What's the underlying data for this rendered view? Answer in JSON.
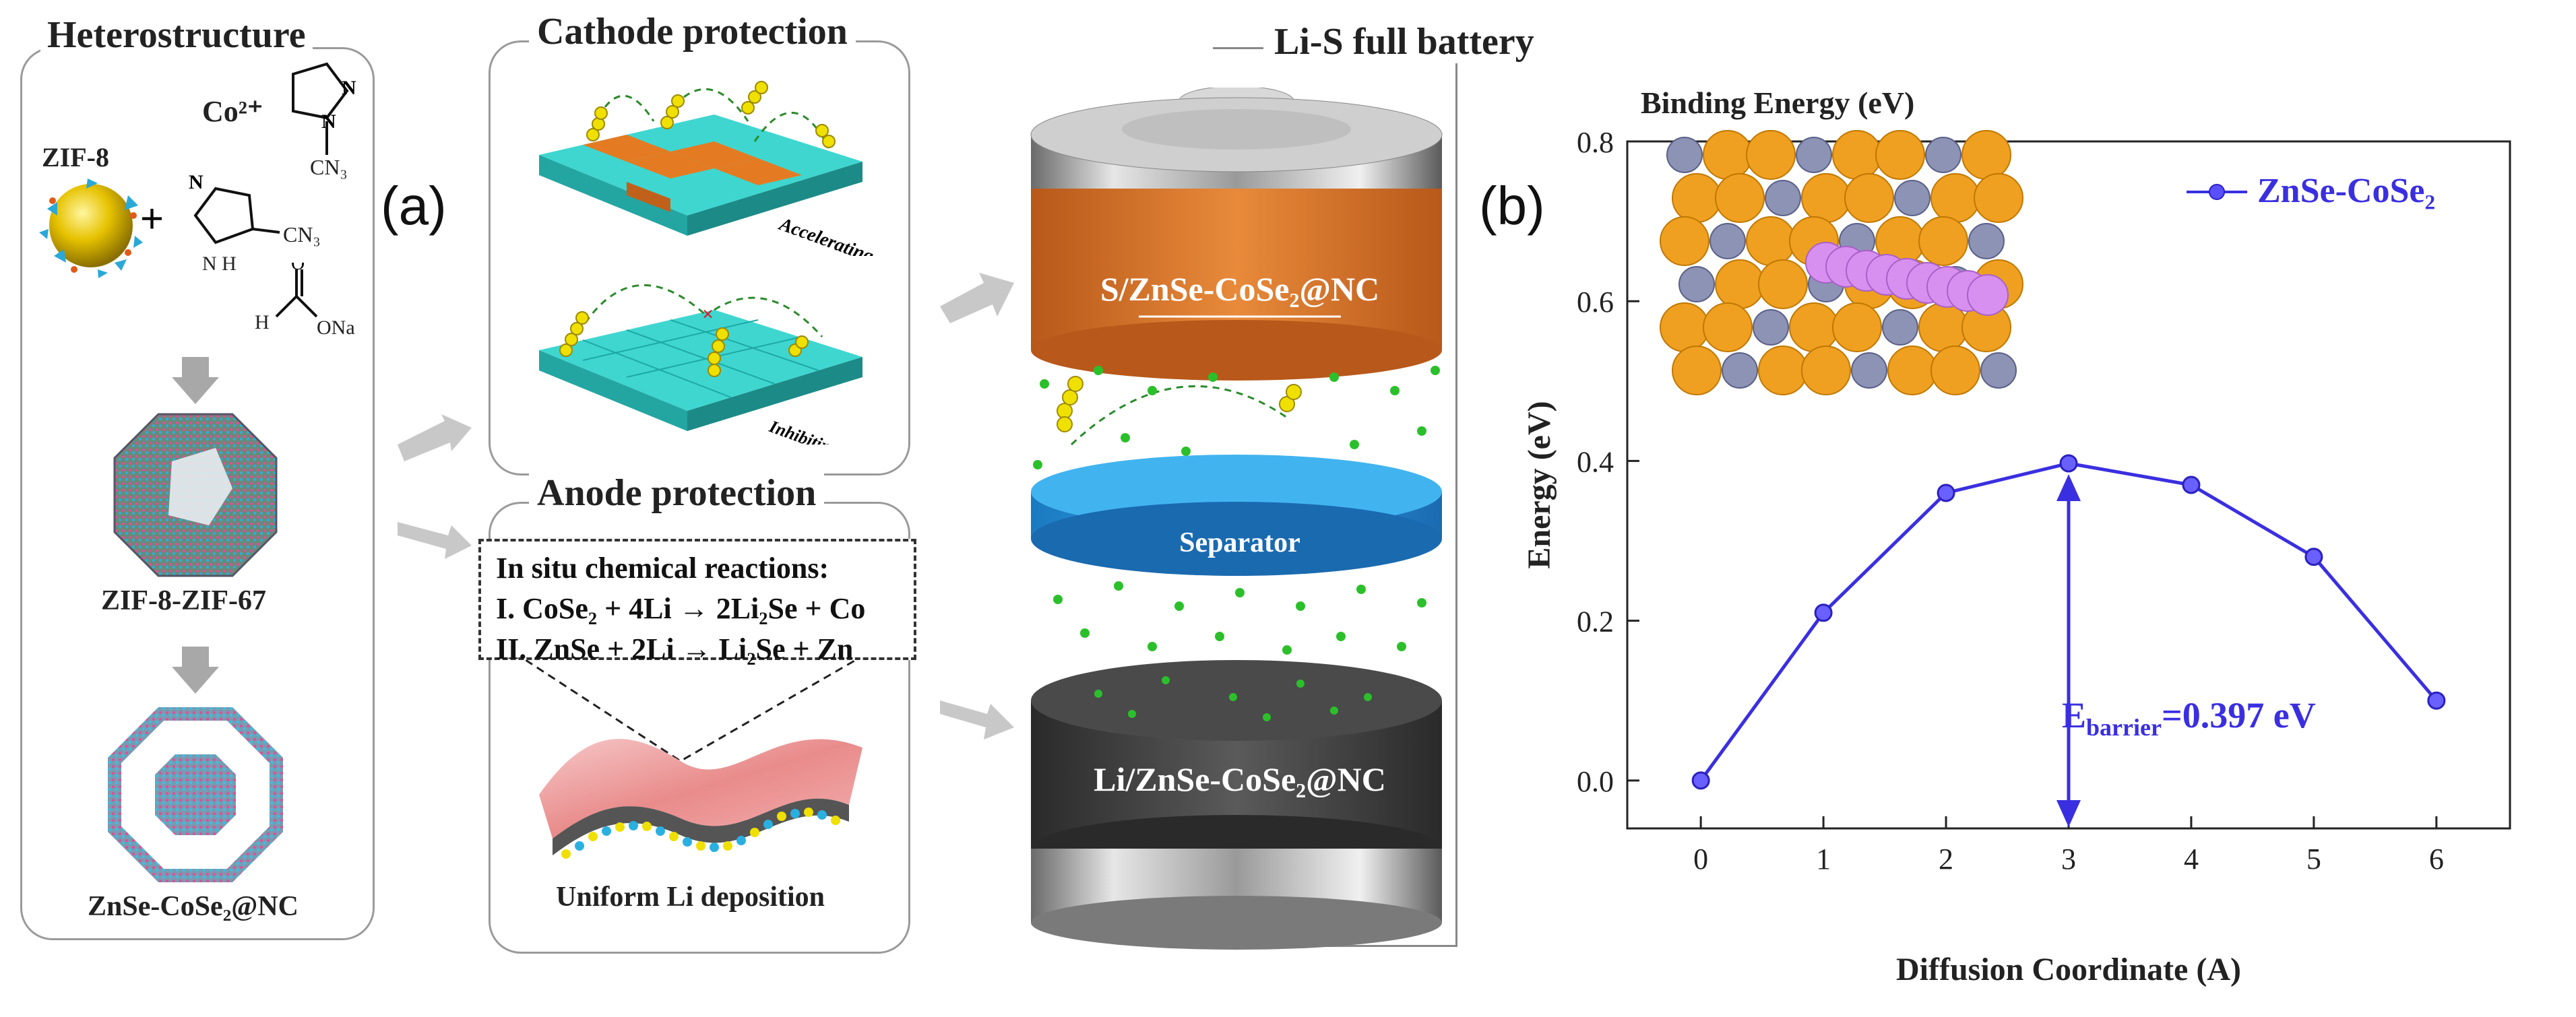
{
  "figure": {
    "panel_a_label": "(a)",
    "panel_b_label": "(b)",
    "heterostructure": {
      "title": "Heterostructure",
      "zif8": "ZIF-8",
      "co2": "Co²⁺",
      "cn3_top": "CN₃",
      "cn3_mid": "CN₃",
      "ona": "ONa",
      "h_label": "H",
      "nh_label": "N H",
      "product1": "ZIF-8-ZIF-67",
      "product2": "ZnSe-CoSe₂@NC"
    },
    "cathode": {
      "title": "Cathode protection",
      "accelerating": "Accelerating",
      "inhibiting": "Inhibiting"
    },
    "anode": {
      "title": "Anode protection",
      "reactions_title": "In situ chemical reactions:",
      "reaction1": "I. CoSe₂ + 4Li → 2Li₂Se + Co",
      "reaction2": "II. ZnSe + 2Li → Li₂Se + Zn",
      "deposition": "Uniform Li deposition"
    },
    "battery": {
      "title": "Li-S full battery",
      "cathode_label": "S/ZnSe-CoSe₂@NC",
      "separator_label": "Separator",
      "anode_label": "Li/ZnSe-CoSe₂@NC"
    }
  },
  "chart_data": {
    "type": "line",
    "title": "Binding Energy (eV)",
    "xlabel": "Diffusion Coordinate (A)",
    "ylabel": "Energy (eV)",
    "xlim": [
      -0.6,
      6.6
    ],
    "ylim": [
      -0.06,
      0.8
    ],
    "x_ticks": [
      "0",
      "1",
      "2",
      "3",
      "4",
      "5",
      "6"
    ],
    "y_ticks": [
      "0.0",
      "0.2",
      "0.4",
      "0.6",
      "0.8"
    ],
    "legend_position": "top-right",
    "series": [
      {
        "name": "ZnSe-CoSe₂",
        "color": "#3a2fe0",
        "x": [
          0,
          1,
          2,
          3,
          4,
          5,
          6
        ],
        "y": [
          0.0,
          0.21,
          0.36,
          0.397,
          0.37,
          0.28,
          0.1
        ]
      }
    ],
    "annotation": "E_barrier=0.397 eV",
    "annotation_main": "E",
    "annotation_sub": "barrier",
    "annotation_rest": "=0.397 eV"
  }
}
